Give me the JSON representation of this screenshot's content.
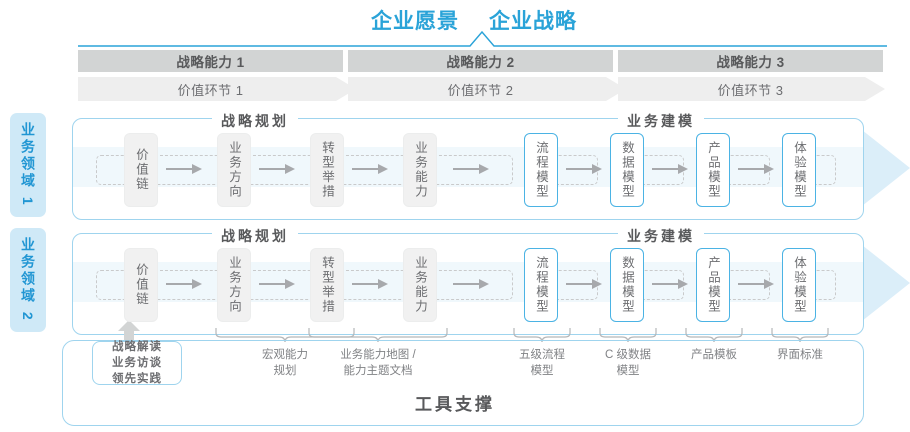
{
  "header": {
    "vision_title": "企业愿景",
    "strategy_title": "企业战略",
    "accent_color": "#2aa3d8"
  },
  "capabilities": [
    {
      "label": "战略能力 1"
    },
    {
      "label": "战略能力 2"
    },
    {
      "label": "战略能力 3"
    }
  ],
  "value_chain": [
    {
      "label": "价值环节 1"
    },
    {
      "label": "价值环节 2"
    },
    {
      "label": "价值环节 3"
    }
  ],
  "domains": [
    {
      "label": "业务领域 1"
    },
    {
      "label": "业务领域 2"
    }
  ],
  "sections": {
    "planning": "战略规划",
    "modeling": "业务建模"
  },
  "nodes": {
    "planning": [
      {
        "label": "价值链",
        "style": "gray"
      },
      {
        "label": "业务方向",
        "style": "gray"
      },
      {
        "label": "转型举措",
        "style": "gray"
      },
      {
        "label": "业务能力",
        "style": "gray"
      }
    ],
    "modeling": [
      {
        "label": "流程模型",
        "style": "blue"
      },
      {
        "label": "数据模型",
        "style": "blue"
      },
      {
        "label": "产品模型",
        "style": "blue"
      },
      {
        "label": "体验模型",
        "style": "blue"
      }
    ]
  },
  "deliverables": {
    "input_box": "战略解读\n业务访谈\n领先实践",
    "input_box_lines": [
      "战略解读",
      "业务访谈",
      "领先实践"
    ],
    "items": [
      {
        "line1": "宏观能力",
        "line2": "规划"
      },
      {
        "line1": "业务能力地图 /",
        "line2": "能力主题文档"
      },
      {
        "line1": "五级流程",
        "line2": "模型"
      },
      {
        "line1": "C 级数据",
        "line2": "模型"
      },
      {
        "line1": "产品模板",
        "line2": ""
      },
      {
        "line1": "界面标准",
        "line2": ""
      }
    ]
  },
  "footer": {
    "tool_support": "工具支撑"
  },
  "colors": {
    "blue_accent": "#2aa3d8",
    "blue_border": "#9fd4ee",
    "node_blue_border": "#4bb3e4",
    "bar_gray": "#d2d4d4",
    "chevron_gray": "#eeeeee",
    "text_gray": "#58595b",
    "domain_tab_bg": "#cfe9f7"
  }
}
